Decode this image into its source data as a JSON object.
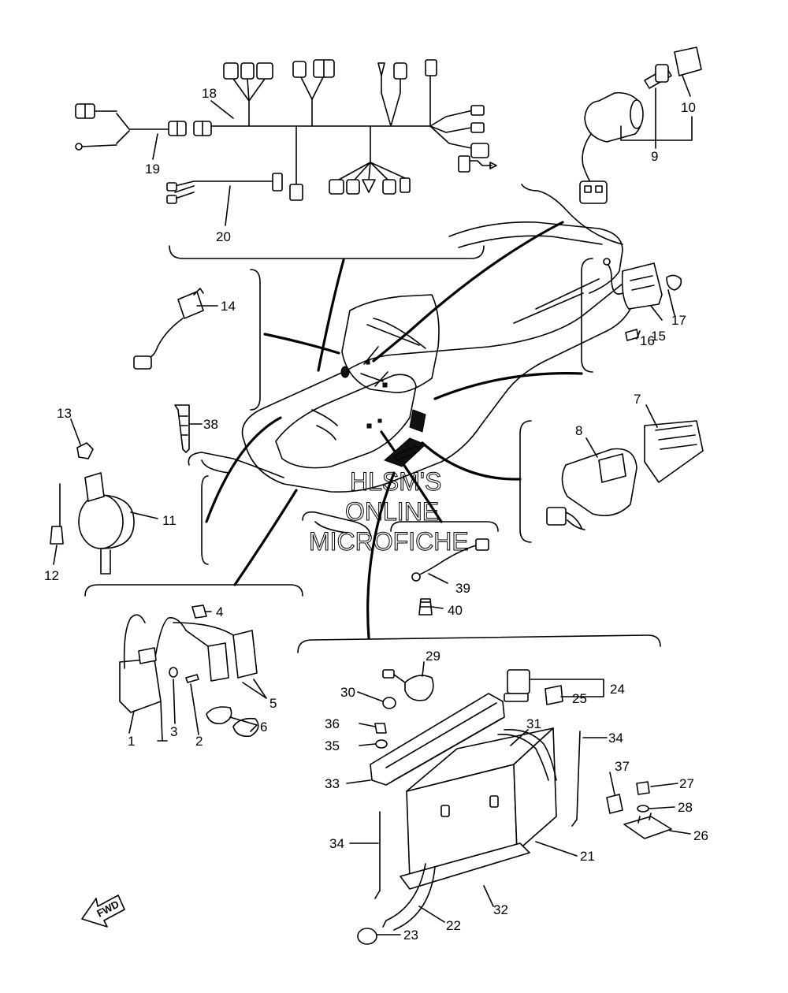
{
  "watermark": {
    "line1": "HLSM'S",
    "line2": "ONLINE",
    "line3": "MICROFICHE"
  },
  "direction_label": "FWD",
  "part_numbers": [
    "1",
    "2",
    "3",
    "4",
    "5",
    "6",
    "7",
    "8",
    "9",
    "10",
    "11",
    "12",
    "13",
    "14",
    "15",
    "16",
    "17",
    "18",
    "19",
    "20",
    "21",
    "22",
    "23",
    "24",
    "25",
    "26",
    "27",
    "28",
    "29",
    "30",
    "31",
    "32",
    "33",
    "34",
    "34",
    "35",
    "36",
    "37",
    "38",
    "39",
    "40"
  ],
  "colors": {
    "line": "#000000",
    "background": "#ffffff"
  }
}
